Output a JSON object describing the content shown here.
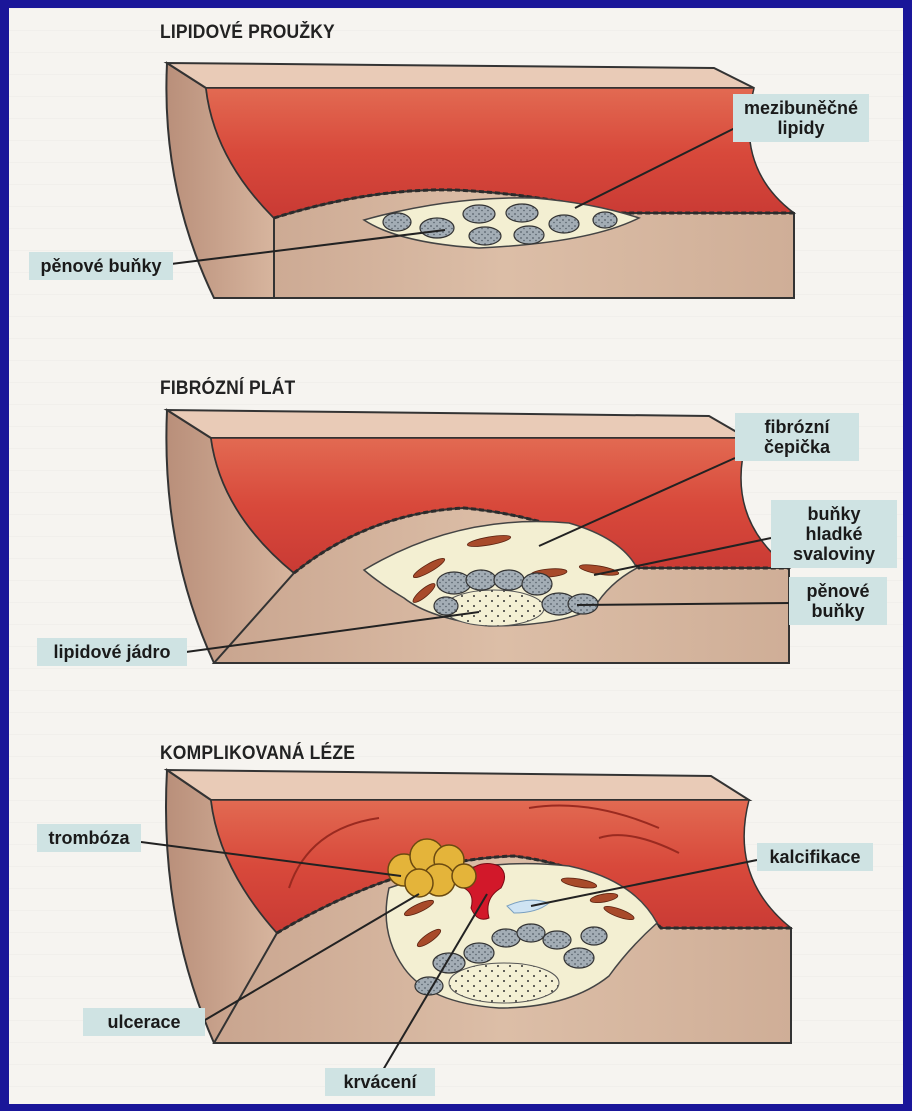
{
  "sections": [
    {
      "title": "LIPIDOVÉ PROUŽKY",
      "labels": {
        "intercellular_lipids": [
          "mezibuněčné",
          "lipidy"
        ],
        "foam_cells": "pěnové buňky"
      }
    },
    {
      "title": "FIBRÓZNÍ PLÁT",
      "labels": {
        "fibrous_cap": [
          "fibrózní",
          "čepička"
        ],
        "smooth_muscle_cells": [
          "buňky hladké",
          "svaloviny"
        ],
        "foam_cells": [
          "pěnové",
          "buňky"
        ],
        "lipid_core": "lipidové jádro"
      }
    },
    {
      "title": "KOMPLIKOVANÁ LÉZE",
      "labels": {
        "thrombosis": "trombóza",
        "calcification": "kalcifikace",
        "ulceration": "ulcerace",
        "bleeding": "krvácení"
      }
    }
  ],
  "colors": {
    "background": "#1a1699",
    "page": "#f6f4f0",
    "lumen": "#d9493a",
    "wall": "#d8b8a0",
    "label_bg": "#cfe3e3",
    "plaque": "#f3efd2",
    "foam_cell": "#9aa4ad",
    "thrombus": "#e2b43a"
  }
}
